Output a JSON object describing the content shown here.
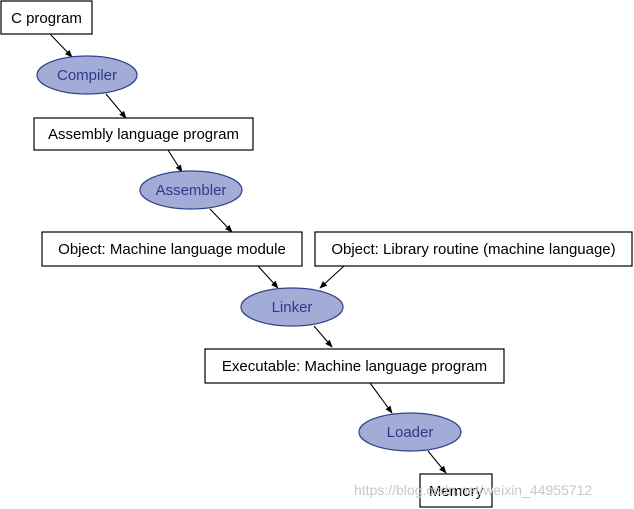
{
  "nodes": {
    "c_program": "C program",
    "compiler": "Compiler",
    "assembly_program": "Assembly language program",
    "assembler": "Assembler",
    "object_module": "Object: Machine language module",
    "library_routine": "Object: Library routine (machine language)",
    "linker": "Linker",
    "executable": "Executable: Machine language program",
    "loader": "Loader",
    "memory": "Memory"
  },
  "watermark": "https://blog.csdn.net/weixin_44955712",
  "colors": {
    "process_fill": "#a3acd6",
    "process_stroke": "#33418a",
    "process_text": "#2b3a8c",
    "artifact_stroke": "#000000"
  }
}
